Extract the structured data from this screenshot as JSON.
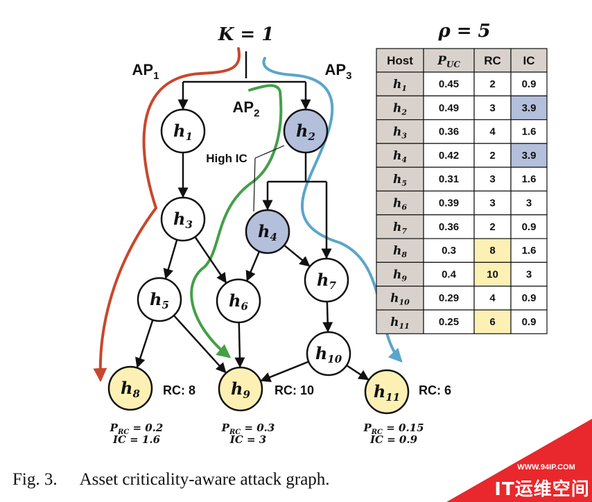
{
  "root_label": "K = 1",
  "rho_label": "ρ = 5",
  "attack_paths": [
    {
      "name": "AP",
      "sub": "1",
      "color": "#c8472b"
    },
    {
      "name": "AP",
      "sub": "2",
      "color": "#43a047"
    },
    {
      "name": "AP",
      "sub": "3",
      "color": "#5aa6c8"
    }
  ],
  "high_ic_label": "High IC",
  "nodes": [
    {
      "id": "h1",
      "name": "h",
      "sub": "1",
      "type": "normal"
    },
    {
      "id": "h2",
      "name": "h",
      "sub": "2",
      "type": "high_ic"
    },
    {
      "id": "h3",
      "name": "h",
      "sub": "3",
      "type": "normal"
    },
    {
      "id": "h4",
      "name": "h",
      "sub": "4",
      "type": "high_ic"
    },
    {
      "id": "h5",
      "name": "h",
      "sub": "5",
      "type": "normal"
    },
    {
      "id": "h6",
      "name": "h",
      "sub": "6",
      "type": "normal"
    },
    {
      "id": "h7",
      "name": "h",
      "sub": "7",
      "type": "normal"
    },
    {
      "id": "h8",
      "name": "h",
      "sub": "8",
      "type": "target"
    },
    {
      "id": "h9",
      "name": "h",
      "sub": "9",
      "type": "target"
    },
    {
      "id": "h10",
      "name": "h",
      "sub": "10",
      "type": "normal"
    },
    {
      "id": "h11",
      "name": "h",
      "sub": "11",
      "type": "target"
    }
  ],
  "edges": [
    [
      "K",
      "h1"
    ],
    [
      "K",
      "h2"
    ],
    [
      "h1",
      "h3"
    ],
    [
      "h2",
      "h4"
    ],
    [
      "h2",
      "h7"
    ],
    [
      "h3",
      "h5"
    ],
    [
      "h3",
      "h6"
    ],
    [
      "h4",
      "h6"
    ],
    [
      "h4",
      "h7"
    ],
    [
      "h5",
      "h8"
    ],
    [
      "h5",
      "h9"
    ],
    [
      "h6",
      "h9"
    ],
    [
      "h7",
      "h10"
    ],
    [
      "h10",
      "h9"
    ],
    [
      "h10",
      "h11"
    ]
  ],
  "targets": [
    {
      "id": "h8",
      "rc_label": "RC: 8",
      "p_rc": "P_RC = 0.2",
      "ic": "IC = 1.6"
    },
    {
      "id": "h9",
      "rc_label": "RC: 10",
      "p_rc": "P_RC = 0.3",
      "ic": "IC = 3"
    },
    {
      "id": "h11",
      "rc_label": "RC: 6",
      "p_rc": "P_RC = 0.15",
      "ic": "IC = 0.9"
    }
  ],
  "table": {
    "headers": [
      "Host",
      "P_UC",
      "RC",
      "IC"
    ],
    "rows": [
      {
        "host": "1",
        "p_uc": "0.45",
        "rc": "2",
        "ic": "0.9",
        "rc_hl": false,
        "ic_hl": false
      },
      {
        "host": "2",
        "p_uc": "0.49",
        "rc": "3",
        "ic": "3.9",
        "rc_hl": false,
        "ic_hl": true
      },
      {
        "host": "3",
        "p_uc": "0.36",
        "rc": "4",
        "ic": "1.6",
        "rc_hl": false,
        "ic_hl": false
      },
      {
        "host": "4",
        "p_uc": "0.42",
        "rc": "2",
        "ic": "3.9",
        "rc_hl": false,
        "ic_hl": true
      },
      {
        "host": "5",
        "p_uc": "0.31",
        "rc": "3",
        "ic": "1.6",
        "rc_hl": false,
        "ic_hl": false
      },
      {
        "host": "6",
        "p_uc": "0.39",
        "rc": "3",
        "ic": "3",
        "rc_hl": false,
        "ic_hl": false
      },
      {
        "host": "7",
        "p_uc": "0.36",
        "rc": "2",
        "ic": "0.9",
        "rc_hl": false,
        "ic_hl": false
      },
      {
        "host": "8",
        "p_uc": "0.3",
        "rc": "8",
        "ic": "1.6",
        "rc_hl": true,
        "ic_hl": false
      },
      {
        "host": "9",
        "p_uc": "0.4",
        "rc": "10",
        "ic": "3",
        "rc_hl": true,
        "ic_hl": false
      },
      {
        "host": "10",
        "p_uc": "0.29",
        "rc": "4",
        "ic": "0.9",
        "rc_hl": false,
        "ic_hl": false
      },
      {
        "host": "11",
        "p_uc": "0.25",
        "rc": "6",
        "ic": "0.9",
        "rc_hl": true,
        "ic_hl": false
      }
    ]
  },
  "colors": {
    "normal_fill": "#ffffff",
    "high_ic_fill": "#b3bfdb",
    "target_fill": "#fcf0b4",
    "host_cell": "#d9d2cc",
    "header_cell": "#d9d2cc",
    "ic_highlight": "#b3bfdb",
    "rc_highlight": "#fcf0b4"
  },
  "caption": {
    "prefix": "Fig. 3.",
    "text": "Asset criticality-aware attack graph."
  },
  "watermark": {
    "url": "WWW.94IP.COM",
    "name": "IT运维空间",
    "color": "#e8282c"
  }
}
